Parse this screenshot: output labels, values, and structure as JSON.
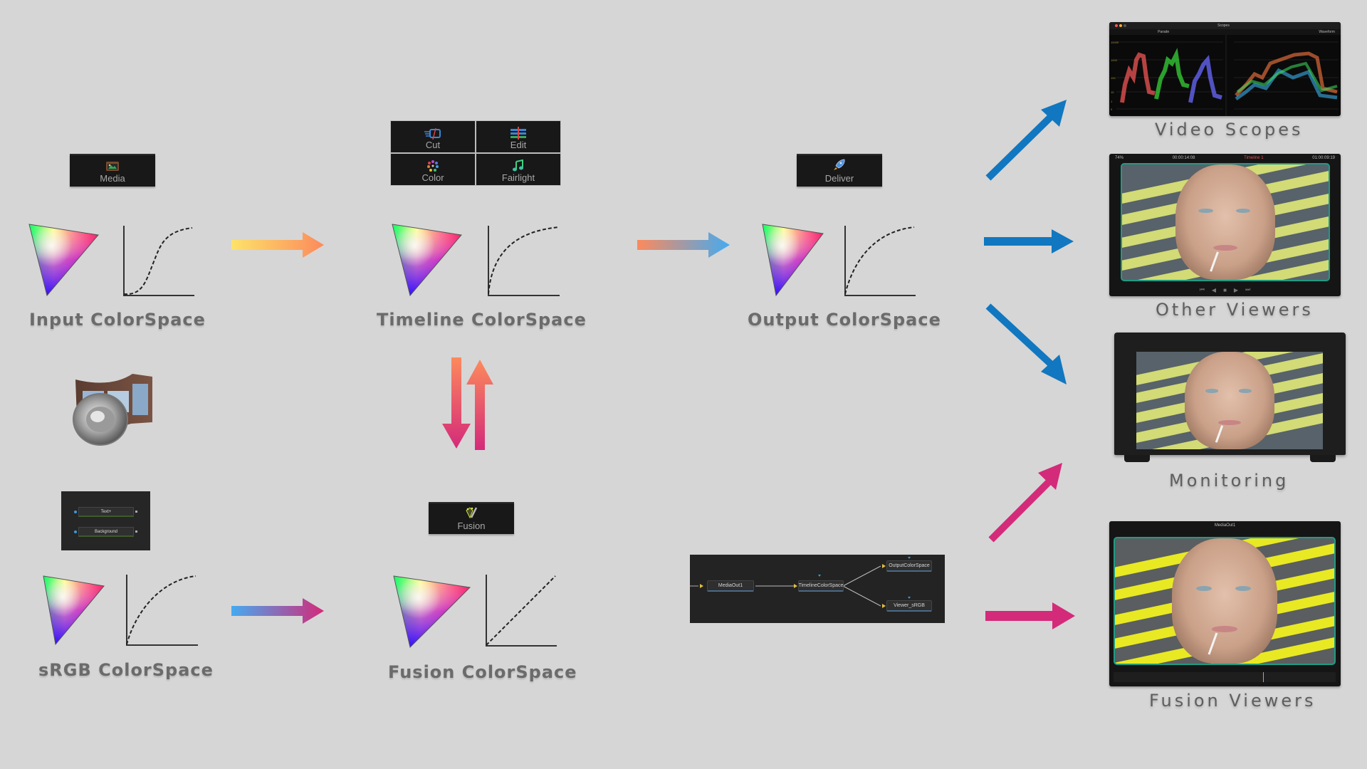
{
  "colors": {
    "background": "#d6d6d6",
    "tile": "#181818",
    "label_text": "#6b6b6b",
    "arrow_blue": "#1177c0",
    "arrow_magenta": "#d42a7a",
    "arrow_yellow": "#fde36a",
    "arrow_orange": "#fc8a5c",
    "arrow_sky": "#45a8ee",
    "viewer_frame": "#1e9c84"
  },
  "pages": {
    "media": {
      "label": "Media",
      "icon": "media-page-icon"
    },
    "cut": {
      "label": "Cut",
      "icon": "cut-page-icon"
    },
    "edit": {
      "label": "Edit",
      "icon": "edit-page-icon"
    },
    "color": {
      "label": "Color",
      "icon": "color-page-icon"
    },
    "fairlight": {
      "label": "Fairlight",
      "icon": "fairlight-page-icon"
    },
    "deliver": {
      "label": "Deliver",
      "icon": "deliver-page-icon"
    },
    "fusion": {
      "label": "Fusion",
      "icon": "fusion-page-icon"
    }
  },
  "colorspaces": {
    "input": {
      "label": "Input ColorSpace",
      "curve": "s-curve"
    },
    "timeline": {
      "label": "Timeline ColorSpace",
      "curve": "log"
    },
    "output": {
      "label": "Output ColorSpace",
      "curve": "log"
    },
    "srgb": {
      "label": "sRGB ColorSpace",
      "curve": "gamma"
    },
    "fusion": {
      "label": "Fusion ColorSpace",
      "curve": "linear"
    }
  },
  "fusion_generator_nodes": [
    "Text+",
    "Background"
  ],
  "node_graph": {
    "nodes": [
      "MediaOut1",
      "TimelineColorSpace",
      "OutputColorSpace",
      "Viewer_sRGB"
    ]
  },
  "outputs": {
    "video_scopes": {
      "label": "Video Scopes",
      "window_title": "Scopes",
      "left_mode": "Parade",
      "right_mode": "Waveform",
      "scale_ticks": [
        "10000",
        "1000",
        "100",
        "10",
        "1",
        "0"
      ]
    },
    "other_viewers": {
      "label": "Other Viewers",
      "zoom": "74%",
      "timecode_left": "00:00:14:08",
      "timeline_name": "Timeline 1",
      "timecode_right": "01:00:09:19"
    },
    "monitoring": {
      "label": "Monitoring"
    },
    "fusion_viewers": {
      "label": "Fusion Viewers",
      "title": "MediaOut1"
    }
  }
}
